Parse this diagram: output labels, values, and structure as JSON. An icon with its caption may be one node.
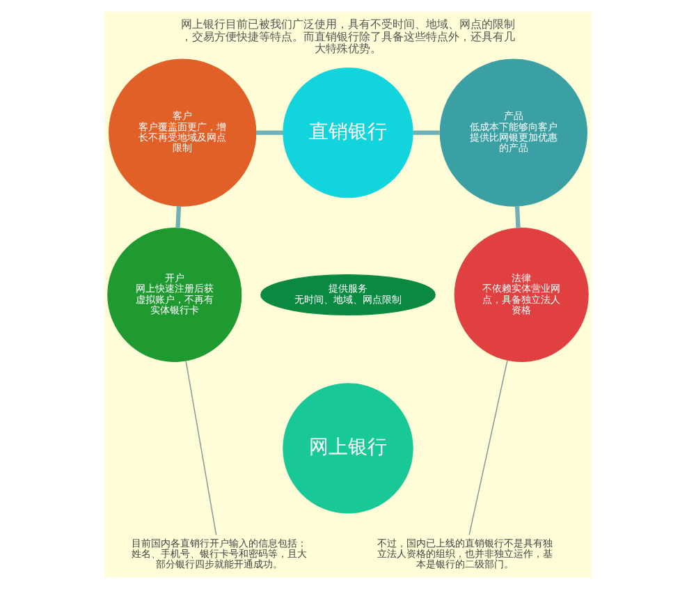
{
  "diagram": {
    "title": "网上银行目前已被我们广泛使用，具有不受时间、地域、网点的限制，交易方便快捷等特点。而直销银行除了具备这些特点外，还具有几大特殊优势。",
    "nodes": [
      {
        "text": [
          "客户",
          "客户覆盖面更广，增长不再受地域及网点限制"
        ]
      },
      {
        "text": [
          "产品",
          "低成本下能够向客户提供比网银更加优惠的产品"
        ]
      },
      {
        "text": [
          "直销银行"
        ]
      },
      {
        "text": [
          "提供服务",
          "无时间、地域、网点限制"
        ]
      },
      {
        "text": [
          "网上银行"
        ]
      },
      {
        "text": [
          "开户",
          "网上快速注册后获虚拟账户，不再有实体银行卡"
        ]
      },
      {
        "text": [
          "法律",
          "不依赖实体营业网点，具备独立法人资格"
        ]
      },
      {
        "text": [
          "目前国内各直销行开户输入的信息包括：姓名、手机号、银行卡号和密码等，且大部分银行四步就能开通成功。"
        ]
      },
      {
        "text": [
          "不过，国内已上线的直销银行不是具有独立法人资格的组织，也并非独立运作，基本是银行的二级部门。"
        ]
      }
    ],
    "edges": [
      {
        "from": 5,
        "to": 0,
        "arrow": "none"
      },
      {
        "from": 0,
        "to": 2,
        "arrow": "none"
      },
      {
        "from": 2,
        "to": 1,
        "arrow": "none"
      },
      {
        "from": 1,
        "to": 6,
        "arrow": "none"
      },
      {
        "from": 5,
        "to": 7,
        "arrow": "none",
        "color": "#8a9a9a"
      },
      {
        "from": 6,
        "to": 8,
        "arrow": "none",
        "color": "#8a9a9a"
      }
    ]
  }
}
